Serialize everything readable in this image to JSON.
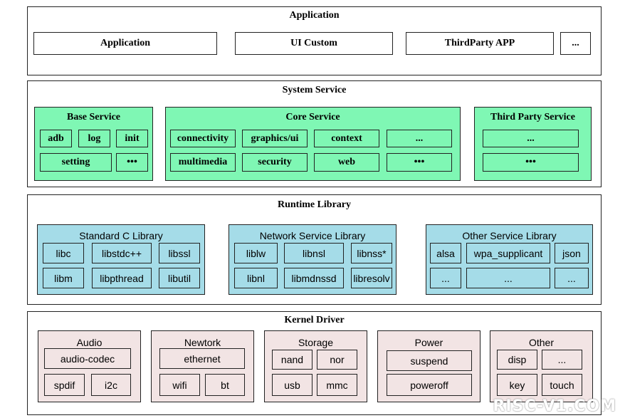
{
  "application": {
    "title": "Application",
    "items": [
      "Application",
      "UI Custom",
      "ThirdParty APP",
      "..."
    ]
  },
  "system_service": {
    "title": "System Service",
    "base_service": {
      "title": "Base Service",
      "items": [
        "adb",
        "log",
        "init",
        "setting",
        "•••"
      ]
    },
    "core_service": {
      "title": "Core Service",
      "items": [
        "connectivity",
        "graphics/ui",
        "context",
        "...",
        "multimedia",
        "security",
        "web",
        "•••"
      ]
    },
    "third_party_service": {
      "title": "Third Party Service",
      "items": [
        "...",
        "•••"
      ]
    }
  },
  "runtime_library": {
    "title": "Runtime Library",
    "standard_c": {
      "title": "Standard C Library",
      "items": [
        "libc",
        "libstdc++",
        "libssl",
        "libm",
        "libpthread",
        "libutil"
      ]
    },
    "network_service": {
      "title": "Network Service Library",
      "items": [
        "liblw",
        "libnsl",
        "libnss*",
        "libnl",
        "libmdnssd",
        "libresolv"
      ]
    },
    "other_service": {
      "title": "Other Service Library",
      "items": [
        "alsa",
        "wpa_supplicant",
        "json",
        "...",
        "...",
        "..."
      ]
    }
  },
  "kernel_driver": {
    "title": "Kernel Driver",
    "audio": {
      "title": "Audio",
      "items": [
        "audio-codec",
        "spdif",
        "i2c"
      ]
    },
    "network": {
      "title": "Newtork",
      "items": [
        "ethernet",
        "wifi",
        "bt"
      ]
    },
    "storage": {
      "title": "Storage",
      "items": [
        "nand",
        "nor",
        "usb",
        "mmc"
      ]
    },
    "power": {
      "title": "Power",
      "items": [
        "suspend",
        "poweroff"
      ]
    },
    "other": {
      "title": "Other",
      "items": [
        "disp",
        "...",
        "key",
        "touch"
      ]
    }
  },
  "watermark": "RISC-V1.COM",
  "colors": {
    "system_service_fill": "#7ff7b4",
    "runtime_library_fill": "#a5dce8",
    "kernel_driver_fill": "#f2e4e4"
  }
}
